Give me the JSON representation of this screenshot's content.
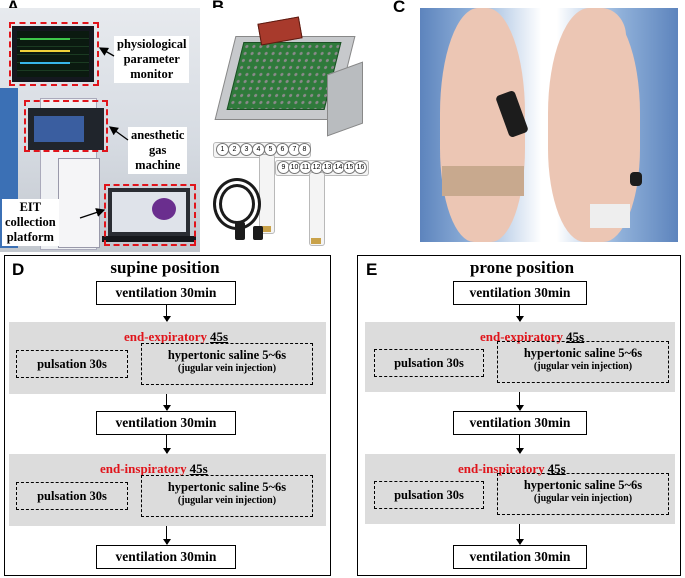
{
  "panels": {
    "a": {
      "letter": "A",
      "labels": {
        "monitor": [
          "physiological",
          "parameter",
          "monitor"
        ],
        "gas": [
          "anesthetic",
          "gas",
          "machine"
        ],
        "eit": [
          "EIT",
          "collection",
          "platform"
        ]
      },
      "highlight_color": "#e0141b"
    },
    "b": {
      "letter": "B",
      "strip1_numbers": [
        "1",
        "2",
        "3",
        "4",
        "5",
        "6",
        "7",
        "8"
      ],
      "strip2_numbers": [
        "9",
        "10",
        "11",
        "12",
        "13",
        "14",
        "15",
        "16"
      ]
    },
    "c": {
      "letter": "C"
    },
    "d": {
      "letter": "D",
      "heading": "supine position",
      "step1": "ventilation 30min",
      "stage1": {
        "name": "end-expiratory",
        "duration": "45s"
      },
      "pulsation1": "pulsation 30s",
      "saline1": {
        "main": "hypertonic saline 5~6s",
        "sub": "(jugular vein injection)"
      },
      "step2": "ventilation 30min",
      "stage2": {
        "name": "end-inspiratory",
        "duration": "45s"
      },
      "pulsation2": "pulsation 30s",
      "saline2": {
        "main": "hypertonic saline 5~6s",
        "sub": "(jugular vein injection)"
      },
      "step3": "ventilation 30min"
    },
    "e": {
      "letter": "E",
      "heading": "prone position",
      "step1": "ventilation 30min",
      "stage1": {
        "name": "end-expiratory",
        "duration": "45s"
      },
      "pulsation1": "pulsation 30s",
      "saline1": {
        "main": "hypertonic saline 5~6s",
        "sub": "(jugular vein injection)"
      },
      "step2": "ventilation 30min",
      "stage2": {
        "name": "end-inspiratory",
        "duration": "45s"
      },
      "pulsation2": "pulsation 30s",
      "saline2": {
        "main": "hypertonic saline 5~6s",
        "sub": "(jugular vein injection)"
      },
      "step3": "ventilation 30min"
    }
  },
  "colors": {
    "stage_text": "#e0141b",
    "grey_band": "#dcdcdc"
  }
}
